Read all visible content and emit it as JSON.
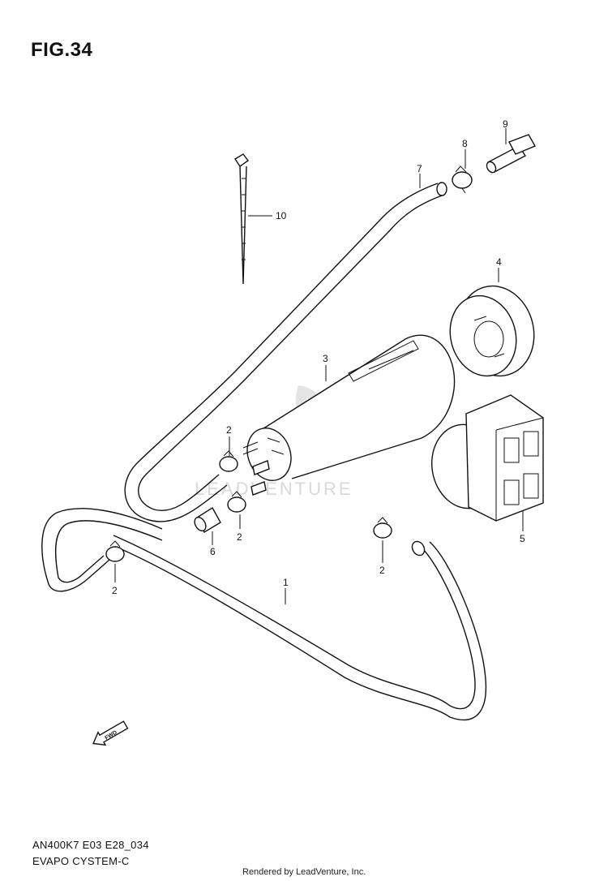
{
  "figure": {
    "title": "FIG.34"
  },
  "footer": {
    "code": "AN400K7 E03 E28_034",
    "system_name": "EVAPO CYSTEM-C",
    "rendered_by": "Rendered by LeadVenture, Inc."
  },
  "watermark": {
    "text": "LEADVENTURE"
  },
  "direction_arrow": {
    "text": "FWD"
  },
  "callouts": {
    "c1": "1",
    "c2a": "2",
    "c2b": "2",
    "c2c": "2",
    "c2d": "2",
    "c3": "3",
    "c4": "4",
    "c5": "5",
    "c6": "6",
    "c7": "7",
    "c8": "8",
    "c9": "9",
    "c10": "10"
  }
}
